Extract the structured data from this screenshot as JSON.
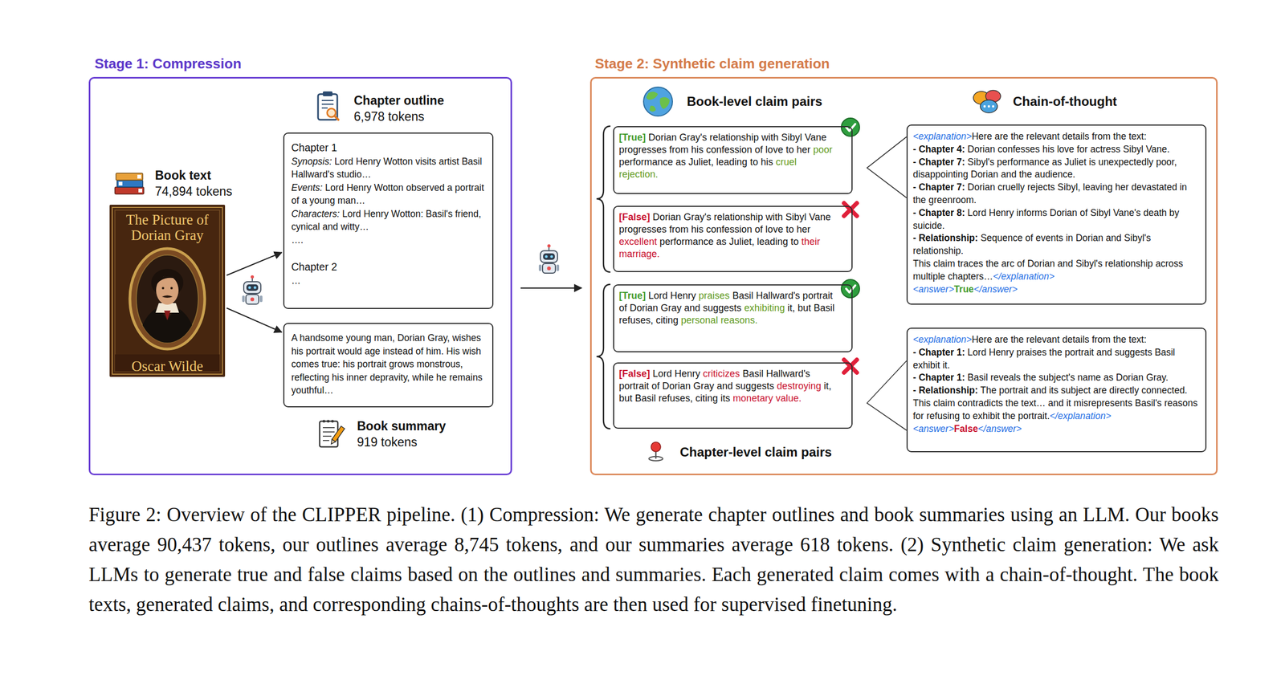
{
  "diagram": {
    "caption": "Figure 2: Overview of the CLIPPER pipeline. (1) Compression: We generate chapter outlines and book summaries using an LLM. Our books average 90,437 tokens, our outlines average 8,745 tokens, and our summaries average 618 tokens. (2) Synthetic claim generation: We ask LLMs to generate true and false claims based on the outlines and summaries. Each generated claim comes with a chain-of-thought. The book texts, generated claims, and corresponding chains-of-thoughts are then used for supervised finetuning.",
    "nodes": [
      {
        "text": [
          "Stage 1: Compression"
        ]
      },
      {
        "text": [
          "Book text",
          "74,894 tokens",
          "The Picture of Dorian Gray",
          "Oscar Wilde"
        ],
        "in": 0
      },
      {
        "text": [
          "Chapter outline",
          "6,978 tokens",
          "Chapter 1",
          "Synopsis:",
          "Lord Henry Wotton visits artist Basil Hallward's studio…",
          "Events:",
          "Lord Henry Wotton observed a portrait of a young man…",
          "Characters:",
          "Lord Henry Wotton: Basil's friend, cynical and witty…",
          "….",
          "Chapter 2",
          "…"
        ],
        "in": 0
      },
      {
        "text": [
          "A handsome young man, Dorian Gray, wishes his portrait would age instead of him. His wish comes true: his portrait grows monstrous, reflecting his inner depravity, while he remains youthful…",
          "Book summary",
          "919 tokens"
        ],
        "in": 0
      },
      {
        "text": [
          "Stage 2: Synthetic claim generation"
        ]
      },
      {
        "text": [
          "[True]",
          "Dorian Gray's relationship with Sibyl Vane progresses from his confession of love to her",
          "poor",
          "performance as Juliet, leading to his",
          "cruel rejection",
          "."
        ],
        "in": 4
      },
      {
        "text": [
          "[False]",
          "Dorian Gray's relationship with Sibyl Vane progresses from his confession of love to her",
          "excellent",
          "performance as Juliet, leading to",
          "their marriage",
          "."
        ],
        "in": 4
      },
      {
        "text": [
          "[True]",
          "Lord Henry",
          "praises",
          "Basil Hallward's portrait of Dorian Gray and suggests",
          "exhibiting",
          "it, but Basil refuses, citing",
          "personal reasons",
          "."
        ],
        "in": 4
      },
      {
        "text": [
          "[False]",
          "Lord Henry",
          "criticizes",
          "Basil Hallward's portrait of Dorian Gray and suggests",
          "destroying",
          "it, but Basil refuses, citing its",
          "monetary value",
          "."
        ],
        "in": 4
      },
      {
        "text": [
          "<explanation>",
          "Here are the relevant details from the text:",
          "- Chapter 4:",
          "Dorian confesses his love for actress Sibyl Vane.",
          "- Chapter 7:",
          "Sibyl's performance as Juliet is unexpectedly poor, disappointing Dorian and the audience.",
          "- Chapter 7:",
          "Dorian cruelly rejects Sibyl, leaving her devastated in the greenroom.",
          "- Chapter 8:",
          "Lord Henry informs Dorian of Sibyl Vane's death by suicide.",
          "- Relationship:",
          "Sequence of events in Dorian and Sibyl's relationship.",
          "This claim traces the arc of Dorian and Sibyl's relationship across multiple chapters…",
          "</explanation>",
          "<answer>",
          "True",
          "</answer>"
        ],
        "in": 4
      },
      {
        "text": [
          "<explanation>",
          "Here are the relevant details from the text:",
          "- Chapter 1:",
          "Lord Henry praises the portrait and suggests Basil exhibit it.",
          "- Chapter 1:",
          "Basil reveals the subject's name as Dorian Gray.",
          "- Relationship:",
          "The portrait and its subject are directly connected.",
          "This claim contradicts the text… and it misrepresents Basil's reasons for refusing to exhibit the portrait.",
          "</explanation>",
          "<answer>",
          "False",
          "</answer>"
        ],
        "in": 4
      }
    ],
    "edges": [
      {
        "from": 1,
        "to": 2,
        "arrow": "to"
      },
      {
        "from": 1,
        "to": 3,
        "arrow": "to"
      },
      {
        "from": 0,
        "to": 4,
        "arrow": "to"
      }
    ],
    "labels": [
      "Book-level claim pairs",
      "Chain-of-thought",
      "Chapter-level claim pairs"
    ]
  }
}
